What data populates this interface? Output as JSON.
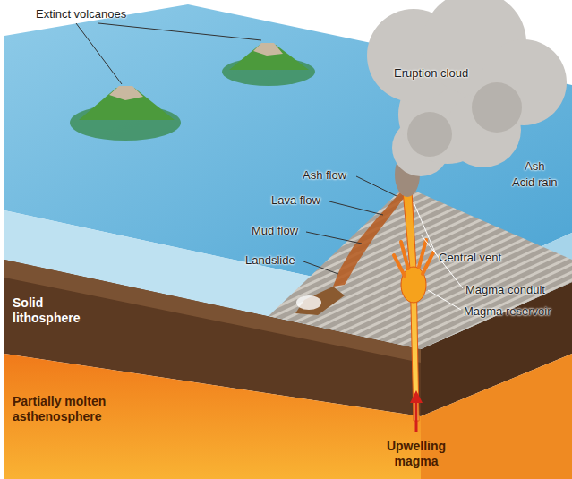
{
  "diagram": {
    "labels": [
      "Extinct volcanoes",
      "Eruption cloud",
      "Ash",
      "Acid rain",
      "Ash flow",
      "Lava flow",
      "Mud flow",
      "Landslide",
      "Central vent",
      "Magma conduit",
      "Magma reservoir",
      "Solid lithosphere",
      "Partially molten asthenosphere",
      "Upwelling magma"
    ]
  }
}
